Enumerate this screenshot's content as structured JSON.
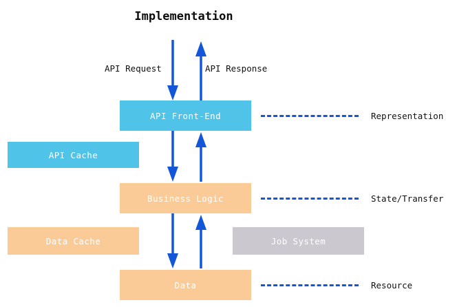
{
  "title": "Implementation",
  "colors": {
    "representation_fill": "#4fc3e8",
    "state_fill": "#fbcb97",
    "resource_fill": "#fbcb97",
    "job_fill": "#ccc8cf",
    "arrow": "#1356d8",
    "node_text": "#ffffff",
    "label_text": "#111111",
    "background": "#ffffff"
  },
  "nodes": {
    "api_frontend": {
      "label": "API Front-End",
      "fill": "#4fc3e8"
    },
    "api_cache": {
      "label": "API Cache",
      "fill": "#4fc3e8"
    },
    "business_logic": {
      "label": "Business Logic",
      "fill": "#fbcb97"
    },
    "data_cache": {
      "label": "Data Cache",
      "fill": "#fbcb97"
    },
    "job_system": {
      "label": "Job System",
      "fill": "#ccc8cf"
    },
    "data": {
      "label": "Data",
      "fill": "#fbcb97"
    }
  },
  "edge_labels": {
    "request": "API Request",
    "response": "API Response"
  },
  "annotations": [
    {
      "label": "Representation"
    },
    {
      "label": "State/Transfer"
    },
    {
      "label": "Resource"
    }
  ],
  "arrows": [
    {
      "name": "request-in",
      "direction": "down",
      "from": "external",
      "to": "api_frontend"
    },
    {
      "name": "response-out",
      "direction": "up",
      "from": "api_frontend",
      "to": "external"
    },
    {
      "name": "frontend-to-logic",
      "direction": "down",
      "from": "api_frontend",
      "to": "business_logic"
    },
    {
      "name": "logic-to-frontend",
      "direction": "up",
      "from": "business_logic",
      "to": "api_frontend"
    },
    {
      "name": "logic-to-data",
      "direction": "down",
      "from": "business_logic",
      "to": "data"
    },
    {
      "name": "data-to-logic",
      "direction": "up",
      "from": "data",
      "to": "business_logic"
    }
  ]
}
